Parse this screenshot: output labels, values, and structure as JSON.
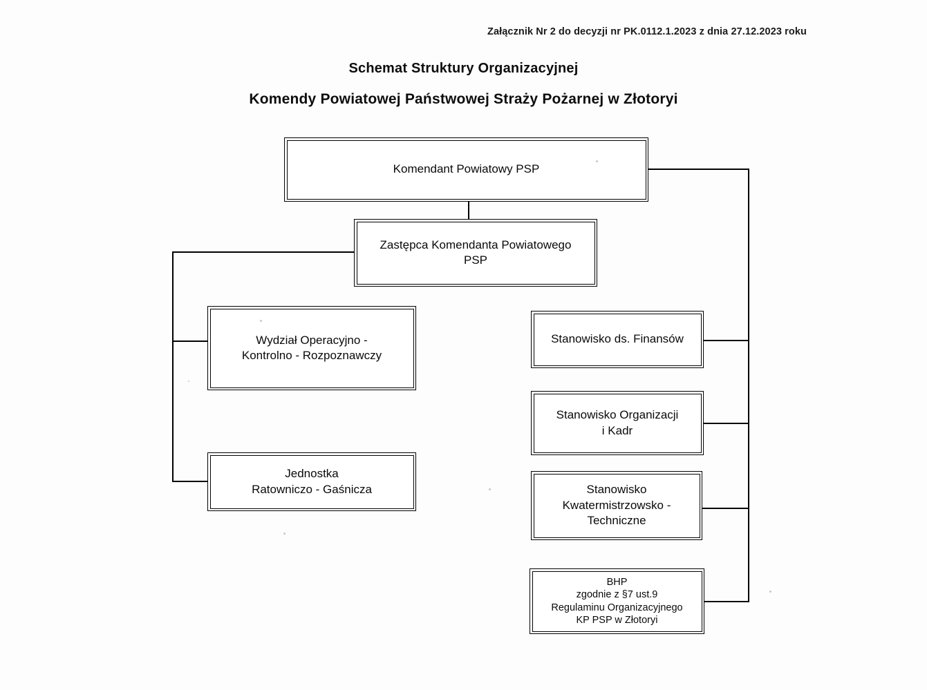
{
  "document": {
    "reference_note": "Załącznik Nr 2 do decyzji nr PK.0112.1.2023 z dnia 27.12.2023 roku",
    "title_line_1": "Schemat Struktury Organizacyjnej",
    "title_line_2": "Komendy Powiatowej Państwowej Straży Pożarnej w Złotoryi"
  },
  "chart_data": {
    "type": "diagram",
    "diagram_kind": "organizational-chart",
    "title": "Schemat Struktury Organizacyjnej Komendy Powiatowej Państwowej Straży Pożarnej w Złotoryi",
    "nodes": [
      {
        "id": "komendant",
        "label": "Komendant Powiatowy PSP",
        "level": 1,
        "column": "center"
      },
      {
        "id": "zastepca",
        "label": "Zastępca Komendanta Powiatowego\nPSP",
        "level": 2,
        "column": "center"
      },
      {
        "id": "wydzial",
        "label": "Wydział Operacyjno -\nKontrolno - Rozpoznawczy",
        "level": 3,
        "column": "left"
      },
      {
        "id": "jrg",
        "label": "Jednostka\nRatowniczo - Gaśnicza",
        "level": 3,
        "column": "left"
      },
      {
        "id": "finanse",
        "label": "Stanowisko ds. Finansów",
        "level": 3,
        "column": "right"
      },
      {
        "id": "kadry",
        "label": "Stanowisko Organizacji\ni Kadr",
        "level": 3,
        "column": "right"
      },
      {
        "id": "kwatermistrz",
        "label": "Stanowisko\nKwatermistrzowsko -\nTechniczne",
        "level": 3,
        "column": "right"
      },
      {
        "id": "bhp",
        "label": "BHP\nzgodnie z §7 ust.9\nRegulaminu Organizacyjnego\nKP PSP w Złotoryi",
        "level": 3,
        "column": "right"
      }
    ],
    "edges": [
      {
        "from": "komendant",
        "to": "zastepca"
      },
      {
        "from": "komendant",
        "to": "finanse"
      },
      {
        "from": "komendant",
        "to": "kadry"
      },
      {
        "from": "komendant",
        "to": "kwatermistrz"
      },
      {
        "from": "komendant",
        "to": "bhp"
      },
      {
        "from": "zastepca",
        "to": "wydzial"
      },
      {
        "from": "zastepca",
        "to": "jrg"
      }
    ],
    "style": {
      "box_border": "double",
      "line_color": "#000000",
      "background": "#ffffff",
      "orientation": "top-down"
    }
  }
}
